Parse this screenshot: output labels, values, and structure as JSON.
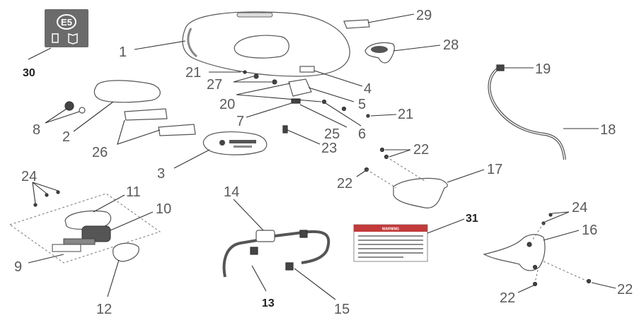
{
  "badge": {
    "label": "E5",
    "number": "30"
  },
  "warning_label": {
    "title": "WARNING"
  },
  "callouts": {
    "c1": "1",
    "c2": "2",
    "c3": "3",
    "c4": "4",
    "c5": "5",
    "c6": "6",
    "c7": "7",
    "c8": "8",
    "c9": "9",
    "c10": "10",
    "c11": "11",
    "c12": "12",
    "c13": "13",
    "c14": "14",
    "c15": "15",
    "c16": "16",
    "c17": "17",
    "c18": "18",
    "c19": "19",
    "c20": "20",
    "c21a": "21",
    "c21b": "21",
    "c22a": "22",
    "c22b": "22",
    "c22c": "22",
    "c22d": "22",
    "c23": "23",
    "c24a": "24",
    "c24b": "24",
    "c25": "25",
    "c26": "26",
    "c27": "27",
    "c28": "28",
    "c29": "29",
    "c31": "31"
  }
}
